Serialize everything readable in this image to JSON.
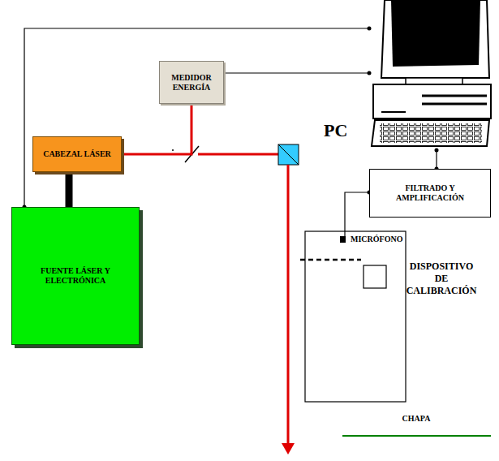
{
  "diagram": {
    "nodes": [
      {
        "text": [
          "PC"
        ]
      },
      {
        "text": [
          "MEDIDOR ENERGÍA"
        ]
      },
      {
        "text": [
          "CABEZAL LÁSER"
        ]
      },
      {
        "text": [
          "FILTRADO Y AMPLIFICACIÓN"
        ]
      },
      {
        "text": [
          "FUENTE LÁSER Y ELECTRÓNICA"
        ]
      }
    ],
    "edges": [
      {
        "from": 4,
        "to": 0,
        "arrow": "none"
      },
      {
        "from": 1,
        "to": 0,
        "arrow": "none"
      },
      {
        "from": 0,
        "to": 3,
        "arrow": "none"
      },
      {
        "from": 2,
        "to": 4,
        "arrow": "none"
      },
      {
        "from": 2,
        "to": 1,
        "arrow": "none"
      }
    ],
    "labels": [
      "MICRÓFONO",
      "DISPOSITIVO DE CALIBRACIÓN",
      "CHAPA"
    ]
  }
}
